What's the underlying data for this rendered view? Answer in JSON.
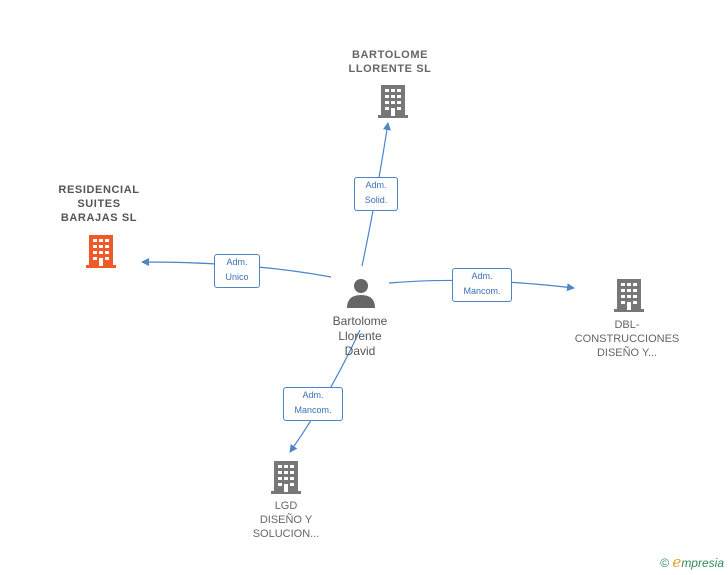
{
  "person": {
    "line1": "Bartolome",
    "line2": "Llorente",
    "line3": "David"
  },
  "companies": {
    "bartolome_llorente": {
      "line1": "BARTOLOME",
      "line2": "LLORENTE  SL"
    },
    "residencial": {
      "line1": "RESIDENCIAL",
      "line2": "SUITES",
      "line3": "BARAJAS  SL"
    },
    "dbl": {
      "line1": "DBL-",
      "line2": "CONSTRUCCIONES",
      "line3": "DISEÑO Y..."
    },
    "lgd": {
      "line1": "LGD",
      "line2": "DISEÑO Y",
      "line3": "SOLUCION..."
    }
  },
  "roles": {
    "to_bartolome": {
      "line1": "Adm.",
      "line2": "Solid."
    },
    "to_residencial": {
      "line1": "Adm.",
      "line2": "Unico"
    },
    "to_dbl": {
      "line1": "Adm.",
      "line2": "Mancom."
    },
    "to_lgd": {
      "line1": "Adm.",
      "line2": "Mancom."
    }
  },
  "footer": {
    "copyright": "©",
    "brand_e": "e",
    "brand_rest": "mpresia"
  },
  "colors": {
    "edge": "#4a86c8",
    "building": "#777777",
    "highlight_building": "#f05a28",
    "person": "#666666"
  }
}
